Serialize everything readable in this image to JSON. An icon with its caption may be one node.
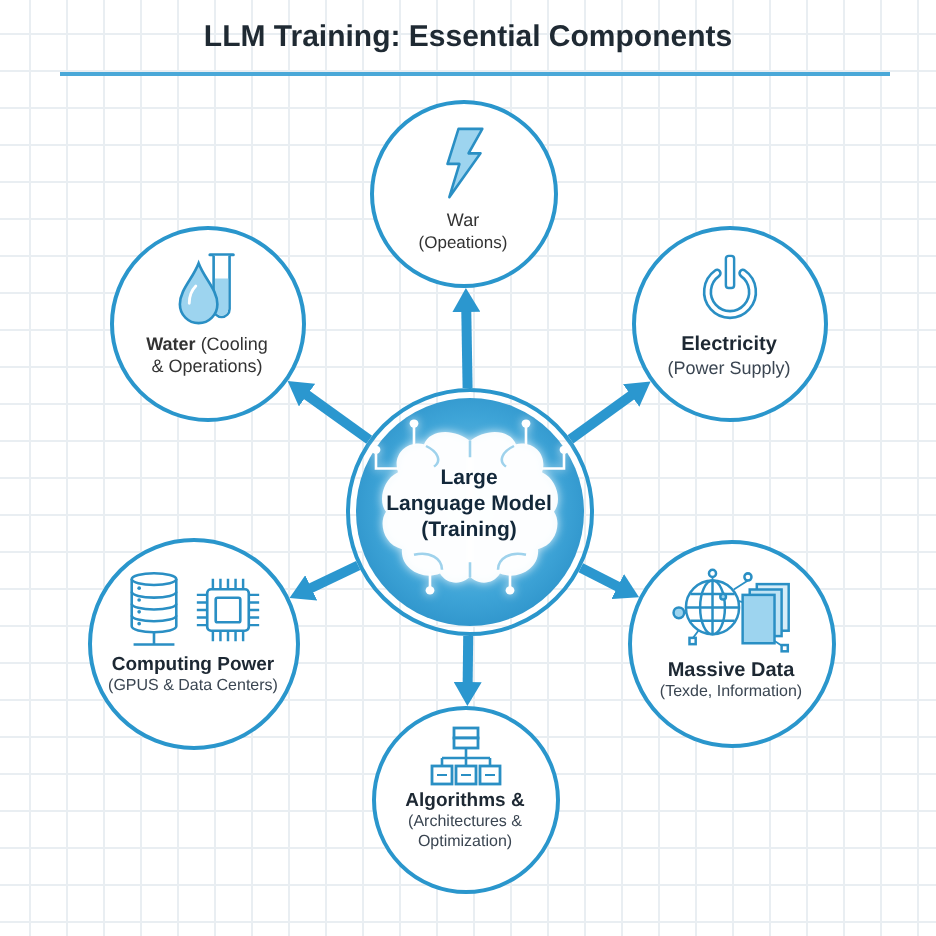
{
  "diagram": {
    "title": "LLM Training: Essential Components",
    "nodes": [
      {
        "text": [
          "War",
          "(Opeations)"
        ]
      },
      {
        "text": [
          "**Water** (Cooling & Operations)"
        ]
      },
      {
        "text": [
          "Electricity",
          "(Power Supply)"
        ]
      },
      {
        "text": [
          "Large Language Model (Training)"
        ]
      },
      {
        "text": [
          "Computing Power",
          "(GPUS & Data Centers)"
        ]
      },
      {
        "text": [
          "Massive Data",
          "(Texde, Information)"
        ]
      },
      {
        "text": [
          "Algorithms &",
          "(Architectures & Optimization)"
        ]
      }
    ],
    "edges": [
      {
        "from": 3,
        "to": 0,
        "arrow": "to"
      },
      {
        "from": 3,
        "to": 1,
        "arrow": "to"
      },
      {
        "from": 3,
        "to": 2,
        "arrow": "to"
      },
      {
        "from": 3,
        "to": 4,
        "arrow": "to"
      },
      {
        "from": 3,
        "to": 5,
        "arrow": "to"
      },
      {
        "from": 3,
        "to": 6,
        "arrow": "to"
      }
    ]
  }
}
